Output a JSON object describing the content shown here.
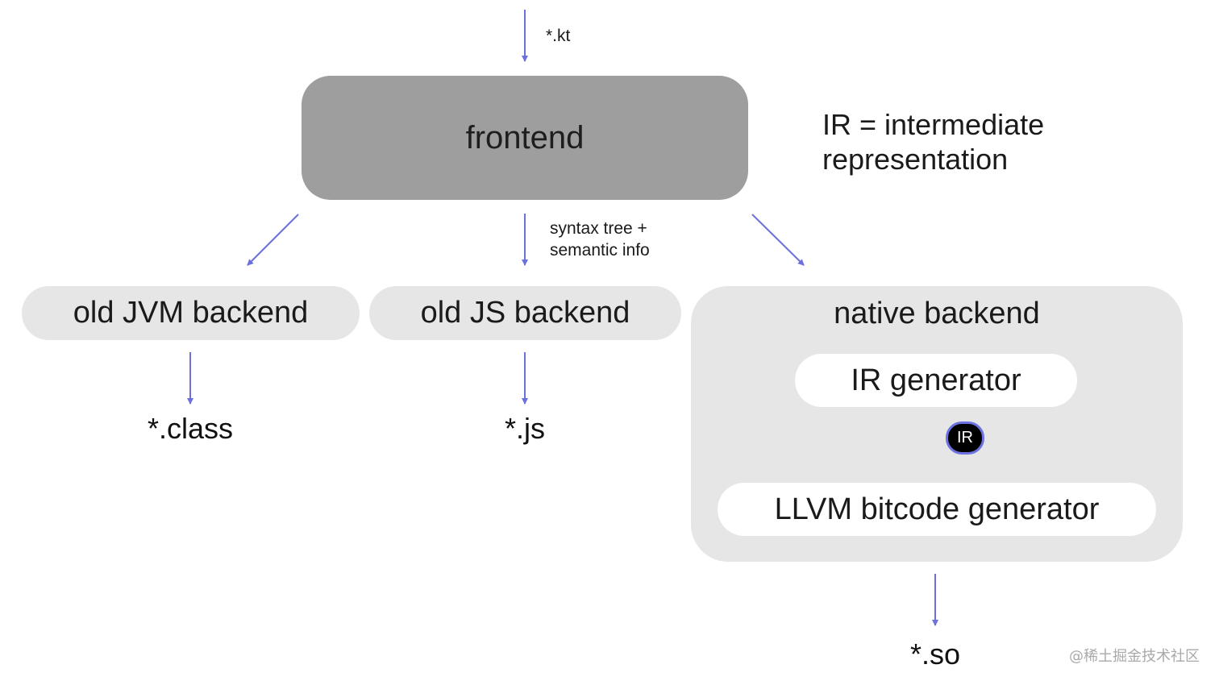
{
  "input_label": "*.kt",
  "frontend": {
    "label": "frontend"
  },
  "ir_note": {
    "line1": "IR = intermediate",
    "line2": "representation"
  },
  "middle_edge_label": {
    "line1": "syntax tree +",
    "line2": "semantic info"
  },
  "backends": {
    "jvm": {
      "label": "old JVM backend",
      "output": "*.class"
    },
    "js": {
      "label": "old JS backend",
      "output": "*.js"
    },
    "native": {
      "label": "native backend",
      "ir_generator": "IR generator",
      "ir_badge": "IR",
      "llvm_generator": "LLVM bitcode generator",
      "output": "*.so"
    }
  },
  "watermark": "@稀土掘金技术社区",
  "colors": {
    "arrow": "#6b70dc",
    "frontend_fill": "#9e9e9e",
    "backend_fill": "#e6e6e6",
    "inner_fill": "#ffffff",
    "badge_fill": "#000000"
  }
}
